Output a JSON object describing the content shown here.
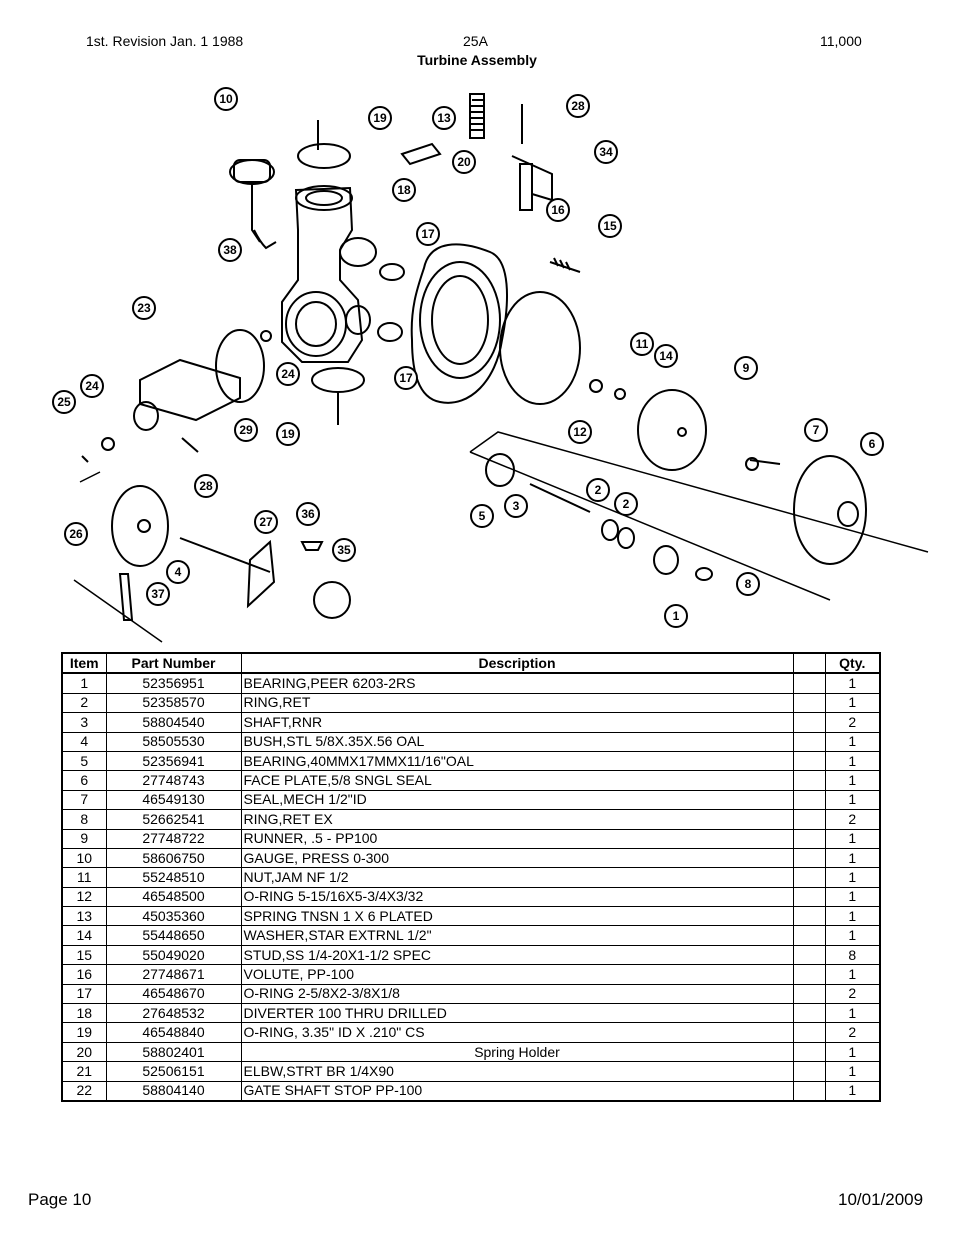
{
  "header": {
    "revision": "1st. Revision Jan. 1 1988",
    "section": "25A",
    "page_count": "11,000",
    "title": "Turbine Assembly"
  },
  "diagram": {
    "callouts": [
      "1",
      "2",
      "2",
      "3",
      "4",
      "5",
      "6",
      "7",
      "8",
      "9",
      "10",
      "11",
      "12",
      "13",
      "14",
      "15",
      "16",
      "17",
      "17",
      "18",
      "19",
      "19",
      "20",
      "23",
      "24",
      "24",
      "25",
      "26",
      "27",
      "28",
      "28",
      "29",
      "34",
      "35",
      "36",
      "37",
      "38"
    ]
  },
  "table": {
    "headers": {
      "item": "Item",
      "part": "Part Number",
      "desc": "Description",
      "blank": "",
      "qty": "Qty."
    },
    "rows": [
      {
        "item": "1",
        "part": "52356951",
        "desc": "BEARING,PEER 6203-2RS",
        "qty": "1"
      },
      {
        "item": "2",
        "part": "52358570",
        "desc": "RING,RET",
        "qty": "1"
      },
      {
        "item": "3",
        "part": "58804540",
        "desc": "SHAFT,RNR",
        "qty": "2"
      },
      {
        "item": "4",
        "part": "58505530",
        "desc": "BUSH,STL 5/8X.35X.56 OAL",
        "qty": "1"
      },
      {
        "item": "5",
        "part": "52356941",
        "desc": "BEARING,40MMX17MMX11/16\"OAL",
        "qty": "1"
      },
      {
        "item": "6",
        "part": "27748743",
        "desc": "FACE PLATE,5/8 SNGL SEAL",
        "qty": "1"
      },
      {
        "item": "7",
        "part": "46549130",
        "desc": "SEAL,MECH 1/2\"ID",
        "qty": "1"
      },
      {
        "item": "8",
        "part": "52662541",
        "desc": "RING,RET EX",
        "qty": "2"
      },
      {
        "item": "9",
        "part": "27748722",
        "desc": "RUNNER, .5 - PP100",
        "qty": "1"
      },
      {
        "item": "10",
        "part": "58606750",
        "desc": "GAUGE, PRESS 0-300",
        "qty": "1"
      },
      {
        "item": "11",
        "part": "55248510",
        "desc": "NUT,JAM NF 1/2",
        "qty": "1"
      },
      {
        "item": "12",
        "part": "46548500",
        "desc": "O-RING 5-15/16X5-3/4X3/32",
        "qty": "1"
      },
      {
        "item": "13",
        "part": "45035360",
        "desc": "SPRING TNSN 1 X 6 PLATED",
        "qty": "1"
      },
      {
        "item": "14",
        "part": "55448650",
        "desc": "WASHER,STAR EXTRNL 1/2\"",
        "qty": "1"
      },
      {
        "item": "15",
        "part": "55049020",
        "desc": "STUD,SS 1/4-20X1-1/2 SPEC",
        "qty": "8"
      },
      {
        "item": "16",
        "part": "27748671",
        "desc": "VOLUTE, PP-100",
        "qty": "1"
      },
      {
        "item": "17",
        "part": "46548670",
        "desc": "O-RING 2-5/8X2-3/8X1/8",
        "qty": "2"
      },
      {
        "item": "18",
        "part": "27648532",
        "desc": "DIVERTER 100 THRU DRILLED",
        "qty": "1"
      },
      {
        "item": "19",
        "part": "46548840",
        "desc": "O-RING, 3.35\" ID X .210\" CS",
        "qty": "2"
      },
      {
        "item": "20",
        "part": "58802401",
        "desc": "Spring Holder",
        "qty": "1",
        "center": true
      },
      {
        "item": "21",
        "part": "52506151",
        "desc": "ELBW,STRT BR 1/4X90",
        "qty": "1"
      },
      {
        "item": "22",
        "part": "58804140",
        "desc": "GATE SHAFT STOP PP-100",
        "qty": "1"
      }
    ]
  },
  "footer": {
    "page": "Page 10",
    "date": "10/01/2009"
  }
}
